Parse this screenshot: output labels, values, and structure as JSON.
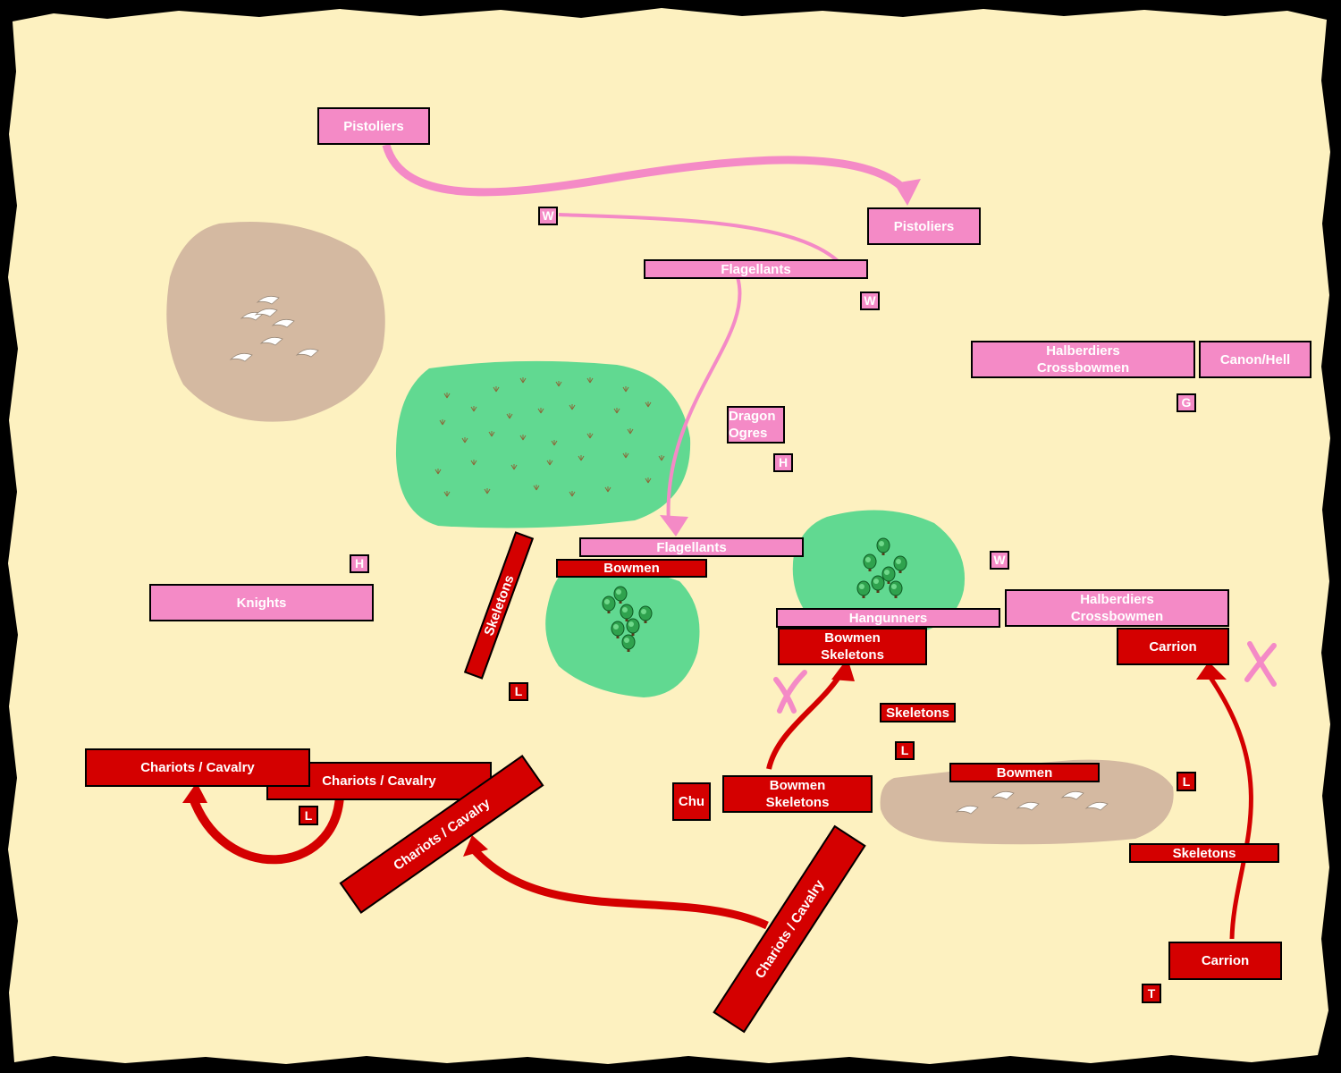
{
  "colors": {
    "parchment": "#fdf1c0",
    "pink_army": "#f48ac6",
    "red_army": "#d40000",
    "forest": "#61d991",
    "hill": "#d4b9a1",
    "background": "#000000"
  },
  "pink_units": {
    "pistoliers_1": "Pistoliers",
    "pistoliers_2": "Pistoliers",
    "w_1": "W",
    "w_2": "W",
    "w_3": "W",
    "flagellants_1": "Flagellants",
    "flagellants_2": "Flagellants",
    "halberdiers_1": {
      "line1": "Halberdiers",
      "line2": "Crossbowmen"
    },
    "halberdiers_2": {
      "line1": "Halberdiers",
      "line2": "Crossbowmen"
    },
    "canon": "Canon/Hell",
    "g_1": "G",
    "dragon_ogres": {
      "line1": "Dragon",
      "line2": "Ogres"
    },
    "h_1": "H",
    "h_2": "H",
    "knights": "Knights",
    "hangunners": "Hangunners"
  },
  "red_units": {
    "bowmen_1": "Bowmen",
    "skeletons_rot": "Skeletons",
    "l_1": "L",
    "l_2": "L",
    "l_3": "L",
    "l_4": "L",
    "bowmen_skel_1": {
      "line1": "Bowmen",
      "line2": "Skeletons"
    },
    "bowmen_skel_2": {
      "line1": "Bowmen",
      "line2": "Skeletons"
    },
    "carrion_1": "Carrion",
    "carrion_2": "Carrion",
    "skeletons_1": "Skeletons",
    "skeletons_2": "Skeletons",
    "bowmen_2": "Bowmen",
    "chu": "Chu",
    "chariots_1": "Chariots / Cavalry",
    "chariots_2": "Chariots / Cavalry",
    "chariots_3": "Chariots / Cavalry",
    "chariots_4": "Chariots / Cavalry",
    "t_1": "T"
  }
}
